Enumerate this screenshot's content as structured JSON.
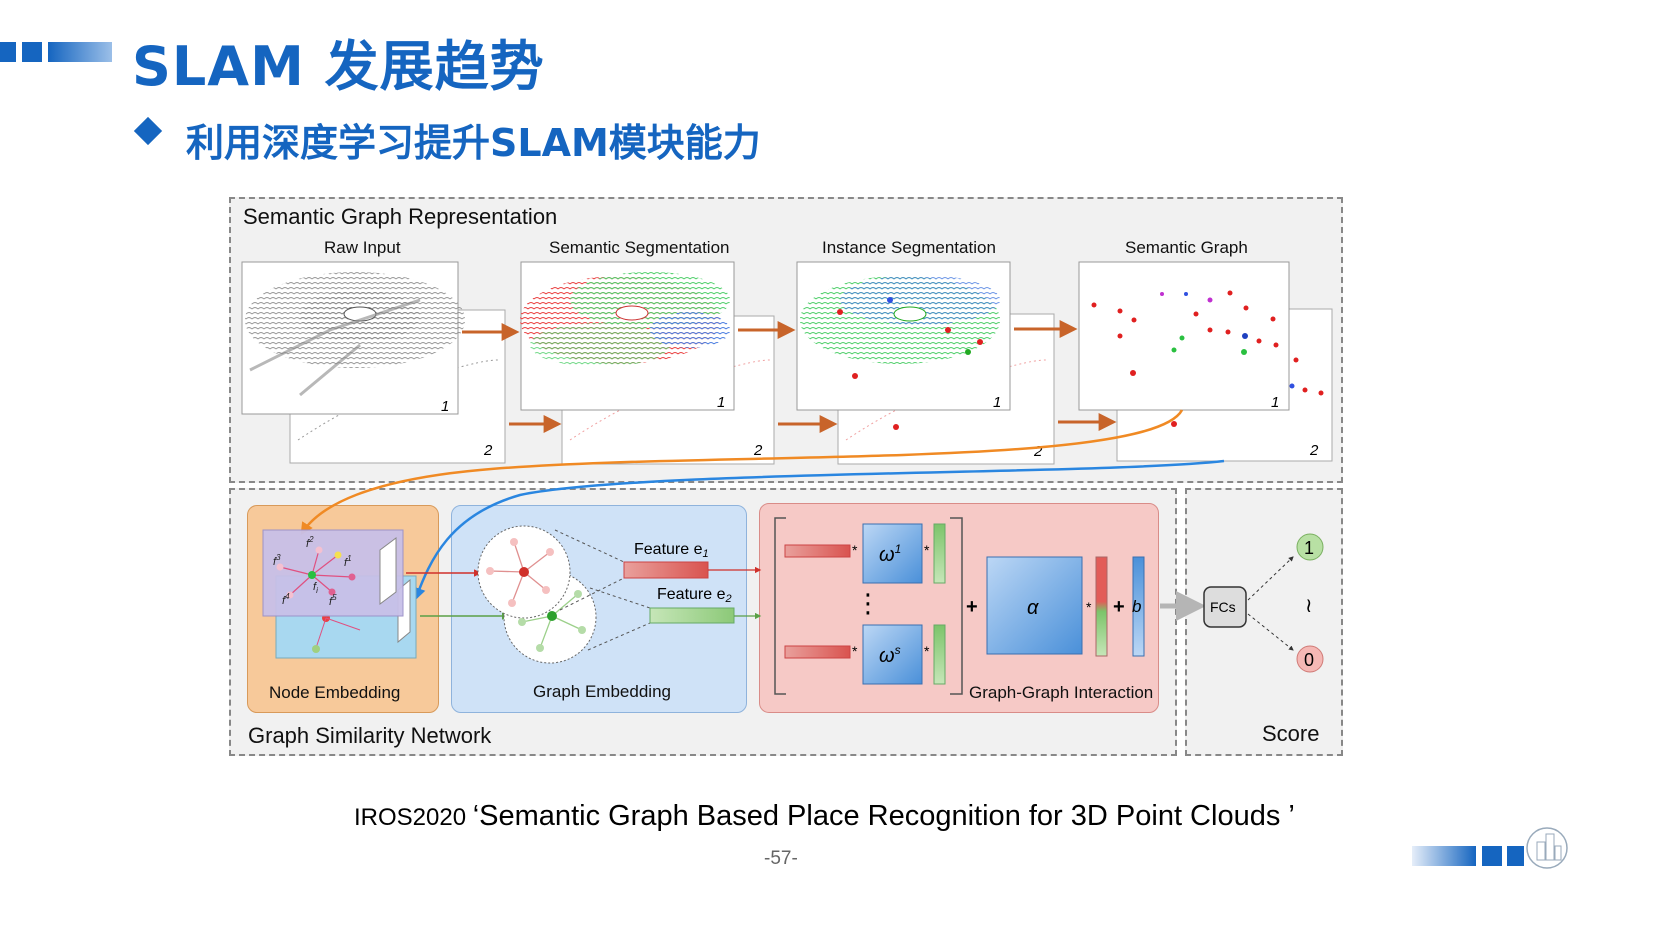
{
  "slide": {
    "title": "SLAM 发展趋势",
    "subtitle": "利用深度学习提升SLAM模块能力",
    "citation_prefix": "IROS2020 ",
    "citation_text": "‘Semantic Graph Based Place Recognition for 3D Point Clouds ’",
    "page_number": "-57-"
  },
  "colors": {
    "brand_blue": "#1565c0",
    "node_embedding_bg": "#f7c99a",
    "graph_embedding_bg": "#cfe2f7",
    "interaction_bg": "#f6c9c6",
    "arrow_orange": "#f08a24",
    "arrow_blue": "#2a86e0"
  },
  "figure": {
    "representation": {
      "section_title": "Semantic Graph Representation",
      "stages": [
        {
          "label": "Raw Input",
          "frame_a": "1",
          "frame_b": "2"
        },
        {
          "label": "Semantic Segmentation",
          "frame_a": "1",
          "frame_b": "2"
        },
        {
          "label": "Instance Segmentation",
          "frame_a": "1",
          "frame_b": "2"
        },
        {
          "label": "Semantic Graph",
          "frame_a": "1",
          "frame_b": "2"
        }
      ]
    },
    "network": {
      "section_title": "Graph Similarity Network",
      "node_embedding_label": "Node Embedding",
      "graph_embedding_label": "Graph Embedding",
      "feature_1": "Feature e",
      "feature_1_sub": "1",
      "feature_2": "Feature e",
      "feature_2_sub": "2",
      "interaction_label": "Graph-Graph Interaction",
      "omega_1": "ω",
      "omega_1_sup": "1",
      "omega_s": "ω",
      "omega_s_sup": "s",
      "alpha": "α",
      "bias": "b",
      "plus": "+",
      "star": "*",
      "vdots": "⋮",
      "node_labels": {
        "f2": "f",
        "f2_sup": "2",
        "f3": "f",
        "f3_sup": "3",
        "f1": "f",
        "f1_sup": "1",
        "fi": "f",
        "fi_sub": "i",
        "f4": "f",
        "f4_sup": "4",
        "f5": "f",
        "f5_sup": "5"
      }
    },
    "score": {
      "section_title": "Score",
      "fcs_label": "FCs",
      "out_high": "1",
      "out_low": "0",
      "between": "≀"
    }
  }
}
